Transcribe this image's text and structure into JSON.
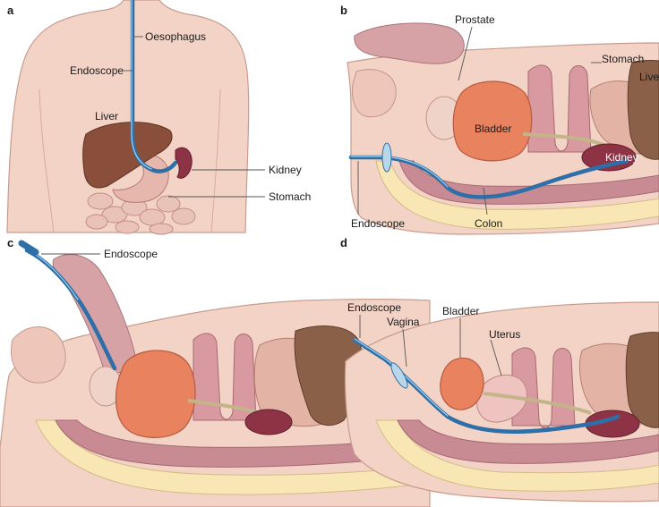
{
  "panels": {
    "a": {
      "letter": "a",
      "labels": {
        "oesophagus": "Oesophagus",
        "endoscope": "Endoscope",
        "liver": "Liver",
        "kidney": "Kidney",
        "stomach": "Stomach"
      }
    },
    "b": {
      "letter": "b",
      "labels": {
        "prostate": "Prostate",
        "stomach": "Stomach",
        "liver": "Live",
        "bladder": "Bladder",
        "kidney": "Kidney",
        "endoscope": "Endoscope",
        "colon": "Colon"
      }
    },
    "c": {
      "letter": "c",
      "labels": {
        "endoscope": "Endoscope"
      }
    },
    "d": {
      "letter": "d",
      "labels": {
        "endoscope": "Endoscope",
        "vagina": "Vagina",
        "bladder": "Bladder",
        "uterus": "Uterus"
      }
    }
  },
  "colors": {
    "skin": "#f3d3c6",
    "skin_edge": "#c79c8e",
    "liver": "#8a4f3a",
    "kidney": "#8e3346",
    "stomach": "#e6b7ad",
    "intestine": "#e9c2b8",
    "bladder": "#e9825f",
    "fat": "#f8e6b4",
    "muscle": "#c98b93",
    "endoscope": "#2d6fa6"
  }
}
